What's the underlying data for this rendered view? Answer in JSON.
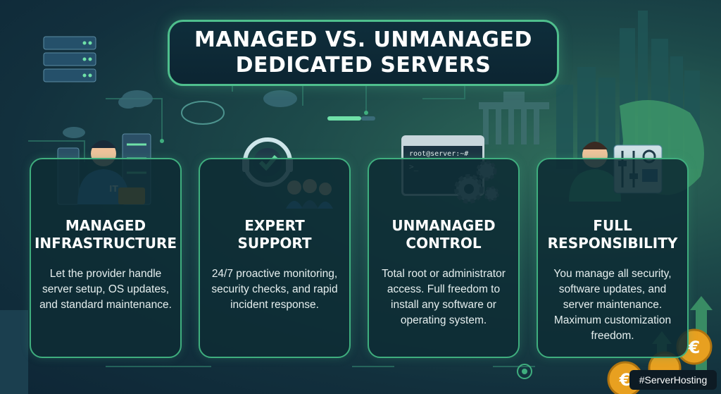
{
  "title": {
    "line1": "MANAGED VS. UNMANAGED",
    "line2": "DEDICATED SERVERS"
  },
  "cards": [
    {
      "title_line1": "MANAGED",
      "title_line2": "INFRASTRUCTURE",
      "body": "Let the provider handle server setup, OS updates, and standard maintenance.",
      "icon": "it-technician-icon",
      "icon_text": "IT"
    },
    {
      "title_line1": "EXPERT",
      "title_line2": "SUPPORT",
      "body": "24/7 proactive monitoring, security checks, and rapid incident response.",
      "icon": "support-headset-icon"
    },
    {
      "title_line1": "UNMANAGED",
      "title_line2": "CONTROL",
      "body": "Total root or administrator access. Full freedom to install any software or operating system.",
      "icon": "terminal-gears-icon",
      "terminal_text": "root@server:~#",
      "terminal_prompt": ">_"
    },
    {
      "title_line1": "FULL",
      "title_line2": "RESPONSIBILITY",
      "body": "You manage all security, software updates, and server maintenance. Maximum customization freedom.",
      "icon": "admin-control-panel-icon"
    }
  ],
  "hashtag": "#ServerHosting",
  "colors": {
    "accent": "#3fae7e",
    "card_bg": "#0e2c34",
    "title_border": "#4fbf8d",
    "coin": "#e8a020"
  }
}
